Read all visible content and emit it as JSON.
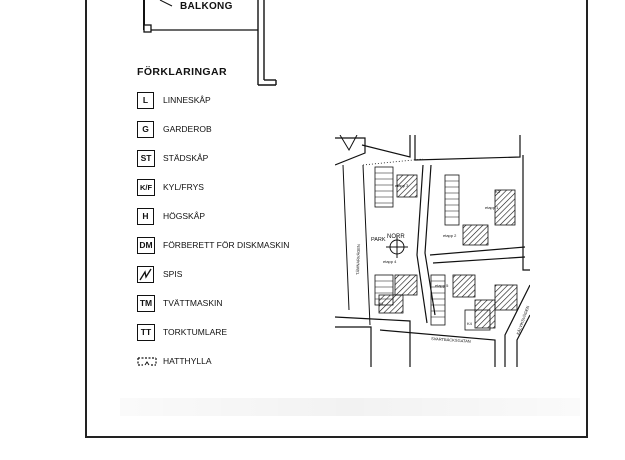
{
  "plan": {
    "balcony_label": "BALKONG"
  },
  "legend": {
    "title": "FÖRKLARINGAR",
    "items": [
      {
        "code": "L",
        "label": "LINNESKÅP"
      },
      {
        "code": "G",
        "label": "GARDEROB"
      },
      {
        "code": "ST",
        "label": "STÄDSKÅP"
      },
      {
        "code": "K/F",
        "label": "KYL/FRYS"
      },
      {
        "code": "H",
        "label": "HÖGSKÅP"
      },
      {
        "code": "DM",
        "label": "FÖRBERETT FÖR DISKMASKIN"
      },
      {
        "code": "",
        "label": "SPIS",
        "icon": "stove-zigzag-icon"
      },
      {
        "code": "TM",
        "label": "TVÄTTMASKIN"
      },
      {
        "code": "TT",
        "label": "TORKTUMLARE"
      },
      {
        "code": "",
        "label": "HATTHYLLA",
        "icon": "hat-shelf-icon"
      }
    ]
  },
  "site_map": {
    "park_label": "PARK",
    "north_label": "NORR",
    "stage_labels": [
      "etapp 3",
      "etapp 2",
      "etapp 1",
      "etapp 4",
      "etapp 5"
    ],
    "building_labels": [
      "K1",
      "K3",
      "K4"
    ],
    "street_labels": [
      "TÄMNARVÄGEN",
      "SVARTBÄCKSGATAN",
      "KÄLVIKSVÄGEN"
    ]
  }
}
